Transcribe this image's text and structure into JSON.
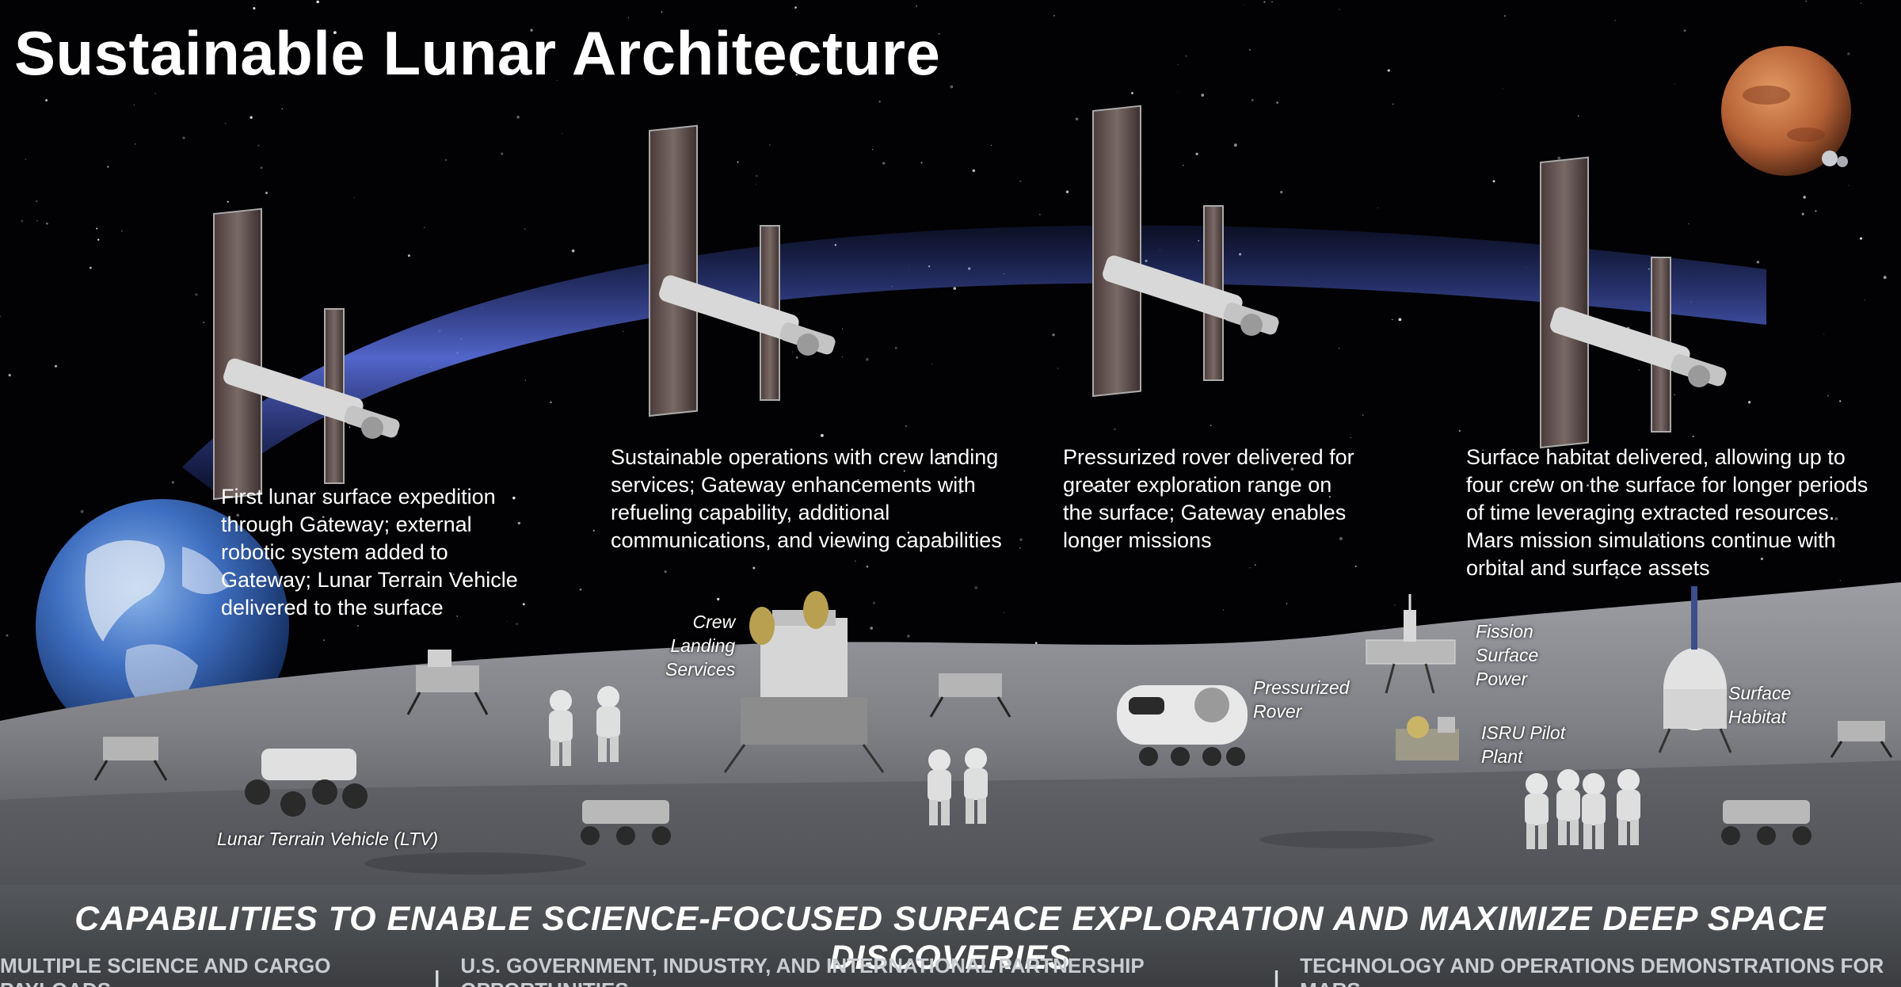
{
  "title": "Sustainable Lunar Architecture",
  "captions": [
    [
      "First lunar surface expedition",
      "through Gateway; external",
      "robotic system added to",
      "Gateway; Lunar Terrain Vehicle",
      "delivered to the surface"
    ],
    [
      "Sustainable operations with crew landing",
      "services; Gateway enhancements with",
      "refueling capability, additional",
      "communications, and viewing capabilities"
    ],
    [
      "Pressurized rover delivered for",
      "greater exploration range on",
      "the surface; Gateway enables",
      "longer missions"
    ],
    [
      "Surface habitat delivered, allowing up to",
      "four crew on the surface for longer periods",
      "of time leveraging extracted resources.",
      "Mars mission simulations continue with",
      "orbital and surface assets"
    ]
  ],
  "labels": {
    "crew_landing": [
      "Crew",
      "Landing",
      "Services"
    ],
    "fission": [
      "Fission",
      "Surface",
      "Power"
    ],
    "pressurized_rover": [
      "Pressurized",
      "Rover"
    ],
    "isru": [
      "ISRU Pilot",
      "Plant"
    ],
    "surface_habitat": [
      "Surface",
      "Habitat"
    ],
    "ltv": [
      "Lunar Terrain Vehicle (LTV)"
    ]
  },
  "footer": {
    "headline": "CAPABILITIES TO ENABLE SCIENCE-FOCUSED SURFACE EXPLORATION AND MAXIMIZE DEEP SPACE DISCOVERIES",
    "items": [
      "MULTIPLE SCIENCE AND CARGO PAYLOADS",
      "U.S. GOVERNMENT, INDUSTRY, AND INTERNATIONAL PARTNERSHIP OPPORTUNITIES",
      "TECHNOLOGY AND OPERATIONS DEMONSTRATIONS FOR MARS"
    ],
    "separator": "|"
  },
  "colors": {
    "sky": "#020204",
    "orbit_band": "#4a5fcf",
    "moon_surface": "#8a8c90",
    "mars": "#b8643a",
    "earth": "#2f5fb0",
    "footer_bg": "#4a4c50"
  },
  "icons": [
    "earth-icon",
    "mars-icon",
    "gateway-station-icon",
    "lander-icon",
    "rover-icon",
    "astronaut-icon",
    "habitat-icon",
    "fission-reactor-icon"
  ]
}
